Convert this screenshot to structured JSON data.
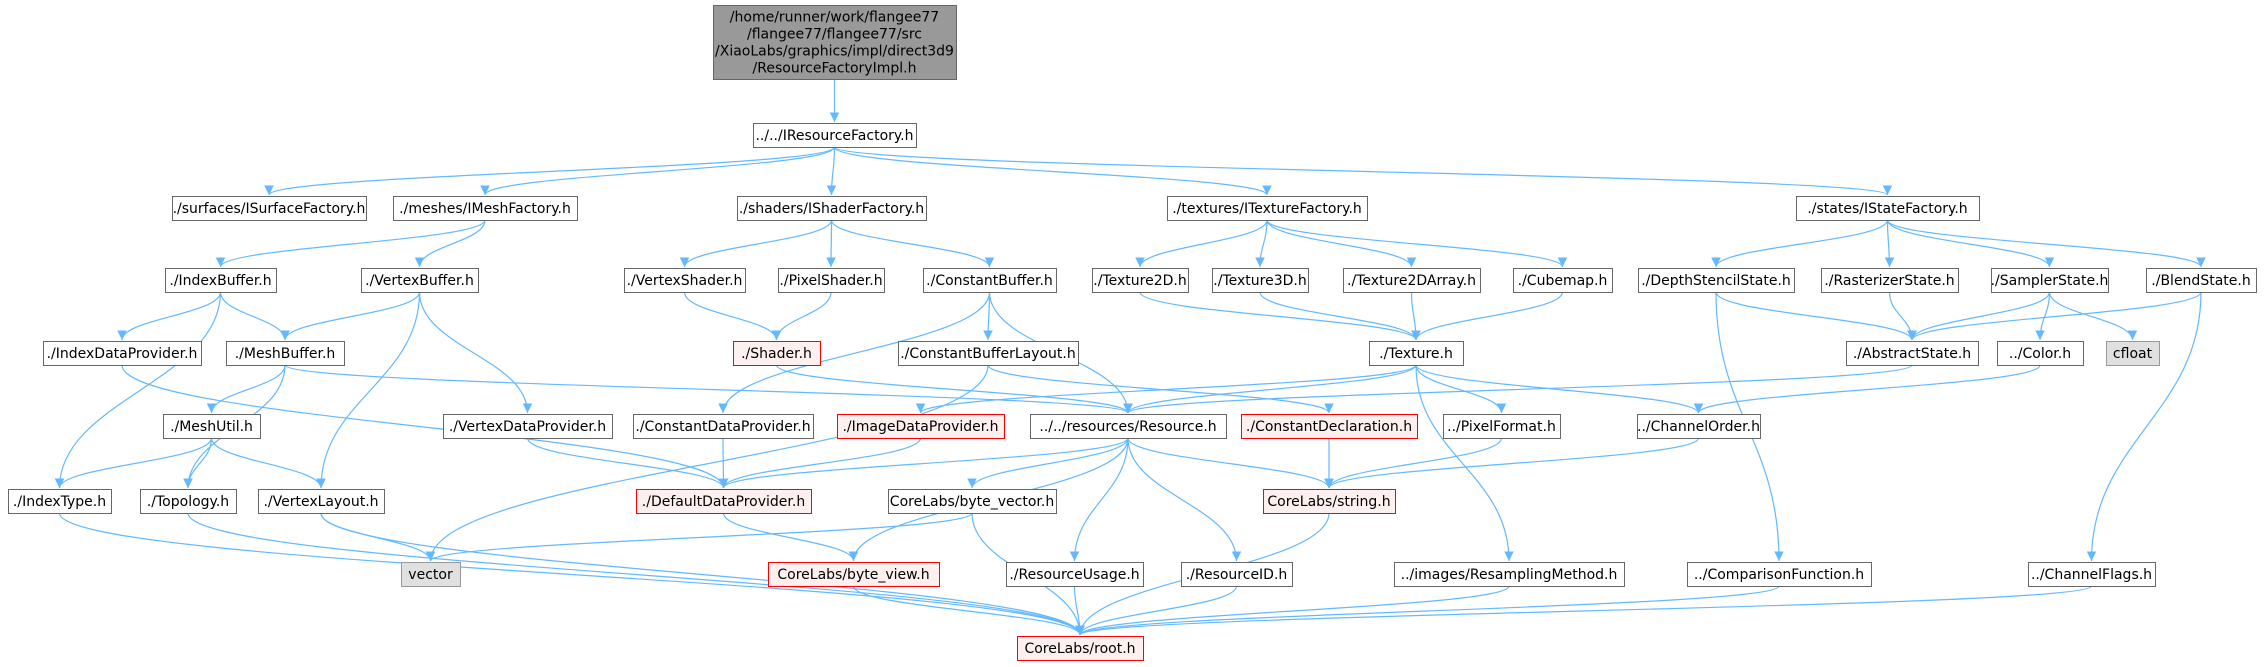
{
  "colors": {
    "edge": "#63b8ff",
    "node_border": "#666666",
    "node_fill": "#ffffff",
    "root_fill": "#999999",
    "root_border": "#666666",
    "highlight_border": "#ff0000",
    "highlight_fill": "#fff0f0",
    "external_fill": "#e0e0e0",
    "external_border": "#999999"
  },
  "nodes": [
    {
      "id": "root",
      "lines": [
        "/home/runner/work/flangee77",
        "/flangee77/flangee77/src",
        "/XiaoLabs/graphics/impl/direct3d9",
        "/ResourceFactoryImpl.h"
      ],
      "style": "root"
    },
    {
      "id": "iresourcefactory",
      "lines": [
        "../../IResourceFactory.h"
      ],
      "style": "normal"
    },
    {
      "id": "isurfacefactory",
      "lines": [
        "./surfaces/ISurfaceFactory.h"
      ],
      "style": "normal"
    },
    {
      "id": "imeshfactory",
      "lines": [
        "./meshes/IMeshFactory.h"
      ],
      "style": "normal"
    },
    {
      "id": "ishaderfactory",
      "lines": [
        "./shaders/IShaderFactory.h"
      ],
      "style": "normal"
    },
    {
      "id": "itexturefactory",
      "lines": [
        "./textures/ITextureFactory.h"
      ],
      "style": "normal"
    },
    {
      "id": "istatefactory",
      "lines": [
        "./states/IStateFactory.h"
      ],
      "style": "normal"
    },
    {
      "id": "indexbuffer",
      "lines": [
        "./IndexBuffer.h"
      ],
      "style": "normal"
    },
    {
      "id": "vertexbuffer",
      "lines": [
        "./VertexBuffer.h"
      ],
      "style": "normal"
    },
    {
      "id": "vertexshader",
      "lines": [
        "./VertexShader.h"
      ],
      "style": "normal"
    },
    {
      "id": "pixelshader",
      "lines": [
        "./PixelShader.h"
      ],
      "style": "normal"
    },
    {
      "id": "constantbuffer",
      "lines": [
        "./ConstantBuffer.h"
      ],
      "style": "normal"
    },
    {
      "id": "texture2d",
      "lines": [
        "./Texture2D.h"
      ],
      "style": "normal"
    },
    {
      "id": "texture3d",
      "lines": [
        "./Texture3D.h"
      ],
      "style": "normal"
    },
    {
      "id": "texture2darray",
      "lines": [
        "./Texture2DArray.h"
      ],
      "style": "normal"
    },
    {
      "id": "cubemap",
      "lines": [
        "./Cubemap.h"
      ],
      "style": "normal"
    },
    {
      "id": "depthstencilstate",
      "lines": [
        "./DepthStencilState.h"
      ],
      "style": "normal"
    },
    {
      "id": "rasterizerstate",
      "lines": [
        "./RasterizerState.h"
      ],
      "style": "normal"
    },
    {
      "id": "samplerstate",
      "lines": [
        "./SamplerState.h"
      ],
      "style": "normal"
    },
    {
      "id": "blendstate",
      "lines": [
        "./BlendState.h"
      ],
      "style": "normal"
    },
    {
      "id": "indexdataprovider",
      "lines": [
        "./IndexDataProvider.h"
      ],
      "style": "normal"
    },
    {
      "id": "meshbuffer",
      "lines": [
        "./MeshBuffer.h"
      ],
      "style": "normal"
    },
    {
      "id": "shader",
      "lines": [
        "./Shader.h"
      ],
      "style": "highlight"
    },
    {
      "id": "constantbufferlayout",
      "lines": [
        "./ConstantBufferLayout.h"
      ],
      "style": "normal"
    },
    {
      "id": "texture",
      "lines": [
        "./Texture.h"
      ],
      "style": "normal"
    },
    {
      "id": "abstractstate",
      "lines": [
        "./AbstractState.h"
      ],
      "style": "normal"
    },
    {
      "id": "color",
      "lines": [
        "../Color.h"
      ],
      "style": "normal"
    },
    {
      "id": "cfloat",
      "lines": [
        "cfloat"
      ],
      "style": "external"
    },
    {
      "id": "meshutil",
      "lines": [
        "./MeshUtil.h"
      ],
      "style": "normal"
    },
    {
      "id": "vertexdataprovider",
      "lines": [
        "./VertexDataProvider.h"
      ],
      "style": "normal"
    },
    {
      "id": "constantdataprovider",
      "lines": [
        "./ConstantDataProvider.h"
      ],
      "style": "normal"
    },
    {
      "id": "imagedataprovider",
      "lines": [
        "./ImageDataProvider.h"
      ],
      "style": "highlight"
    },
    {
      "id": "resource",
      "lines": [
        "../../resources/Resource.h"
      ],
      "style": "normal"
    },
    {
      "id": "constantdeclaration",
      "lines": [
        "./ConstantDeclaration.h"
      ],
      "style": "highlight"
    },
    {
      "id": "pixelformat",
      "lines": [
        "../PixelFormat.h"
      ],
      "style": "normal"
    },
    {
      "id": "channelorder",
      "lines": [
        "../ChannelOrder.h"
      ],
      "style": "normal"
    },
    {
      "id": "indextype",
      "lines": [
        "./IndexType.h"
      ],
      "style": "normal"
    },
    {
      "id": "topology",
      "lines": [
        "./Topology.h"
      ],
      "style": "normal"
    },
    {
      "id": "vertexlayout",
      "lines": [
        "./VertexLayout.h"
      ],
      "style": "normal"
    },
    {
      "id": "defaultdataprovider",
      "lines": [
        "./DefaultDataProvider.h"
      ],
      "style": "highlight"
    },
    {
      "id": "bytevector",
      "lines": [
        "CoreLabs/byte_vector.h"
      ],
      "style": "normal"
    },
    {
      "id": "string",
      "lines": [
        "CoreLabs/string.h"
      ],
      "style": "highlight"
    },
    {
      "id": "vector",
      "lines": [
        "vector"
      ],
      "style": "external"
    },
    {
      "id": "byteview",
      "lines": [
        "CoreLabs/byte_view.h"
      ],
      "style": "highlight"
    },
    {
      "id": "resourceusage",
      "lines": [
        "./ResourceUsage.h"
      ],
      "style": "normal"
    },
    {
      "id": "resourceid",
      "lines": [
        "./ResourceID.h"
      ],
      "style": "normal"
    },
    {
      "id": "resamplingmethod",
      "lines": [
        "../images/ResamplingMethod.h"
      ],
      "style": "normal"
    },
    {
      "id": "comparisonfunction",
      "lines": [
        "../ComparisonFunction.h"
      ],
      "style": "normal"
    },
    {
      "id": "channelflags",
      "lines": [
        "../ChannelFlags.h"
      ],
      "style": "normal"
    },
    {
      "id": "rooth",
      "lines": [
        "CoreLabs/root.h"
      ],
      "style": "highlight"
    }
  ],
  "edges": [
    [
      "root",
      "iresourcefactory"
    ],
    [
      "iresourcefactory",
      "isurfacefactory"
    ],
    [
      "iresourcefactory",
      "imeshfactory"
    ],
    [
      "iresourcefactory",
      "ishaderfactory"
    ],
    [
      "iresourcefactory",
      "itexturefactory"
    ],
    [
      "iresourcefactory",
      "istatefactory"
    ],
    [
      "imeshfactory",
      "indexbuffer"
    ],
    [
      "imeshfactory",
      "vertexbuffer"
    ],
    [
      "ishaderfactory",
      "vertexshader"
    ],
    [
      "ishaderfactory",
      "pixelshader"
    ],
    [
      "ishaderfactory",
      "constantbuffer"
    ],
    [
      "itexturefactory",
      "texture2d"
    ],
    [
      "itexturefactory",
      "texture3d"
    ],
    [
      "itexturefactory",
      "texture2darray"
    ],
    [
      "itexturefactory",
      "cubemap"
    ],
    [
      "istatefactory",
      "depthstencilstate"
    ],
    [
      "istatefactory",
      "rasterizerstate"
    ],
    [
      "istatefactory",
      "samplerstate"
    ],
    [
      "istatefactory",
      "blendstate"
    ],
    [
      "indexbuffer",
      "indexdataprovider"
    ],
    [
      "indexbuffer",
      "meshbuffer"
    ],
    [
      "indexbuffer",
      "indextype"
    ],
    [
      "vertexbuffer",
      "meshbuffer"
    ],
    [
      "vertexbuffer",
      "vertexdataprovider"
    ],
    [
      "vertexbuffer",
      "vertexlayout"
    ],
    [
      "vertexshader",
      "shader"
    ],
    [
      "pixelshader",
      "shader"
    ],
    [
      "constantbuffer",
      "constantbufferlayout"
    ],
    [
      "constantbuffer",
      "constantdataprovider"
    ],
    [
      "constantbuffer",
      "resource"
    ],
    [
      "texture2d",
      "texture"
    ],
    [
      "texture3d",
      "texture"
    ],
    [
      "texture2darray",
      "texture"
    ],
    [
      "cubemap",
      "texture"
    ],
    [
      "depthstencilstate",
      "abstractstate"
    ],
    [
      "depthstencilstate",
      "comparisonfunction"
    ],
    [
      "rasterizerstate",
      "abstractstate"
    ],
    [
      "samplerstate",
      "abstractstate"
    ],
    [
      "samplerstate",
      "color"
    ],
    [
      "samplerstate",
      "cfloat"
    ],
    [
      "blendstate",
      "abstractstate"
    ],
    [
      "blendstate",
      "channelflags"
    ],
    [
      "indexdataprovider",
      "defaultdataprovider"
    ],
    [
      "meshbuffer",
      "meshutil"
    ],
    [
      "meshbuffer",
      "resource"
    ],
    [
      "meshbuffer",
      "topology"
    ],
    [
      "shader",
      "resource"
    ],
    [
      "constantbufferlayout",
      "constantdeclaration"
    ],
    [
      "constantbufferlayout",
      "vector"
    ],
    [
      "texture",
      "imagedataprovider"
    ],
    [
      "texture",
      "resource"
    ],
    [
      "texture",
      "pixelformat"
    ],
    [
      "texture",
      "channelorder"
    ],
    [
      "texture",
      "resamplingmethod"
    ],
    [
      "abstractstate",
      "resource"
    ],
    [
      "color",
      "channelorder"
    ],
    [
      "meshutil",
      "indextype"
    ],
    [
      "meshutil",
      "topology"
    ],
    [
      "meshutil",
      "vertexlayout"
    ],
    [
      "vertexdataprovider",
      "defaultdataprovider"
    ],
    [
      "constantdataprovider",
      "defaultdataprovider"
    ],
    [
      "imagedataprovider",
      "defaultdataprovider"
    ],
    [
      "resource",
      "defaultdataprovider"
    ],
    [
      "resource",
      "bytevector"
    ],
    [
      "resource",
      "byteview"
    ],
    [
      "resource",
      "resourceusage"
    ],
    [
      "resource",
      "resourceid"
    ],
    [
      "resource",
      "string"
    ],
    [
      "constantdeclaration",
      "string"
    ],
    [
      "pixelformat",
      "string"
    ],
    [
      "channelorder",
      "string"
    ],
    [
      "indextype",
      "rooth"
    ],
    [
      "topology",
      "rooth"
    ],
    [
      "vertexlayout",
      "vector"
    ],
    [
      "vertexlayout",
      "rooth"
    ],
    [
      "defaultdataprovider",
      "byteview"
    ],
    [
      "bytevector",
      "vector"
    ],
    [
      "bytevector",
      "rooth"
    ],
    [
      "string",
      "rooth"
    ],
    [
      "byteview",
      "rooth"
    ],
    [
      "resourceusage",
      "rooth"
    ],
    [
      "resourceid",
      "rooth"
    ],
    [
      "resamplingmethod",
      "rooth"
    ],
    [
      "comparisonfunction",
      "rooth"
    ],
    [
      "channelflags",
      "rooth"
    ]
  ]
}
